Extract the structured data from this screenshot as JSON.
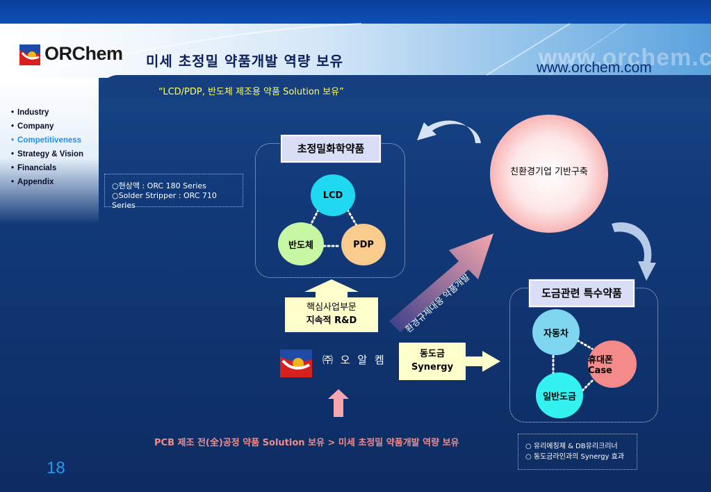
{
  "header": {
    "brand": "ORChem",
    "title": "미세 초정밀 약품개발 역량 보유",
    "url": "www.orchem.com",
    "url_watermark": "www.orchem.com"
  },
  "subtitle": "“LCD/PDP, 반도체 제조용 약품 Solution 보유”",
  "nav": {
    "items": [
      {
        "label": "Industry"
      },
      {
        "label": "Company"
      },
      {
        "label": "Competitiveness"
      },
      {
        "label": "Strategy & Vision"
      },
      {
        "label": "Financials"
      },
      {
        "label": "Appendix"
      }
    ],
    "active_index": 2
  },
  "series_box": {
    "line1": "○현상액 : ORC 180 Series",
    "line2": "○Solder Stripper : ORC 710 Series"
  },
  "chemicals": {
    "title": "초정밀화학약품",
    "nodes": [
      "LCD",
      "반도체",
      "PDP"
    ]
  },
  "eco": {
    "label": "친환경기업 기반구축"
  },
  "diagonal_arrow_label": "환경규제대응 약품개발",
  "plating": {
    "title": "도금관련 특수약품",
    "nodes": [
      "자동차",
      "휴대폰Case",
      "일반도금"
    ]
  },
  "rd_box": {
    "line1": "핵심사업부문",
    "line2": "지속적 R&D"
  },
  "synergy_box": {
    "line1": "동도금",
    "line2": "Synergy"
  },
  "company": {
    "name": "㈜ 오 알 켐"
  },
  "bottom": {
    "statement": "PCB 제조 전(全)공정 약품 Solution 보유 > 미세 초정밀 약품개발 역량 보유",
    "note1": "○ 유리에칭제 & DB유리크리너",
    "note2": "○ 동도금라인과의 Synergy 효과"
  },
  "page_number": "18",
  "colors": {
    "background": "#0f3270",
    "subtitle": "#ffff66",
    "highlight_nav": "#1f8ef0",
    "bottom_statement": "#f18c8c",
    "label_box": "#d9ddf5",
    "note_box": "#ffffcc"
  },
  "icons": {
    "logo": "orchem-logo-icon",
    "arrows": [
      "curved-arrow-left-icon",
      "curved-arrow-down-icon",
      "up-arrow-icon",
      "right-arrow-icon",
      "diagonal-arrow-icon",
      "pink-up-arrow-icon"
    ]
  }
}
